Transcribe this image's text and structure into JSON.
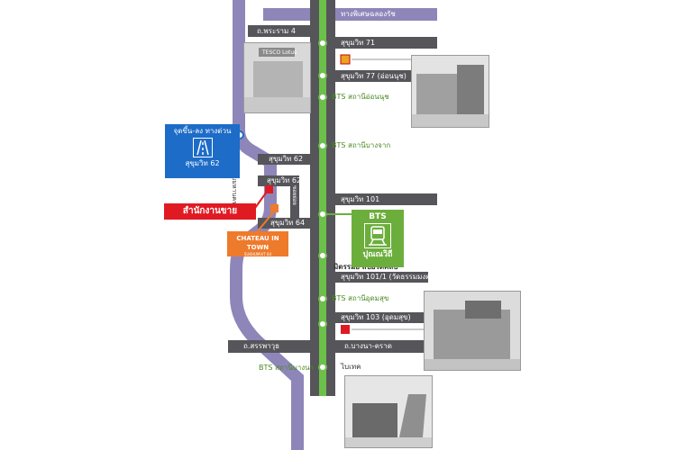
{
  "roads": {
    "top_road": "ทางพิเศษฉลองรัช",
    "rama4": "ถ.พระราม 4",
    "sukhumvit71": "สุขุมวิท 71",
    "sukhumvit77": "สุขุมวิท 77 (อ่อนนุช)",
    "sukhumvit62": "สุขุมวิท 62",
    "sukhumvit62_1": "สุขุมวิท 62/1",
    "sukhumvit64": "สุขุมวิท 64",
    "sukhumvit101": "สุขุมวิท 101",
    "sukhumvit101_1": "สุขุมวิท 101/1 (วัดธรรมมงคล)",
    "sukhumvit103": "สุขุมวิท 103 (อุดมสุข)",
    "sanphawut": "ถ.สรรพาวุธ",
    "bangna_trat": "ถ.บางนา-ตราด",
    "expressway_vertical": "ทางด่วนเฉลิมมหานคร",
    "small_side_road": "ซอยย่อย"
  },
  "bts": {
    "onnut": "BTS สถานีอ่อนนุช",
    "bangchak": "BTS สถานีบางจาก",
    "udomsuk": "BTS สถานีอุดมสุข",
    "bangna": "BTS สถานีบางนา"
  },
  "places": {
    "mizrom": "มิตรรมย์ สปอร์ตคลับ",
    "biotec": "ไบเทค"
  },
  "expressway_sign": {
    "top": "จุดขึ้น-ลง ทางด่วน",
    "bottom": "สุขุมวิท 62"
  },
  "office_label": "สำนักงานขาย",
  "chateau": {
    "name": "CHATEAU IN TOWN",
    "sub": "SUKHUMVIT 64"
  },
  "bts_sign": {
    "top": "BTS",
    "bottom": "ปุณณวิถี"
  },
  "photos": {
    "tesco_sign": "TESCO Lotus"
  },
  "colors": {
    "road": "#55555a",
    "expressway": "#8e86b9",
    "bts_line": "#6cc04a",
    "office": "#e01a23",
    "chateau": "#ee7a2b",
    "sign_blue": "#1d6cc8",
    "bts_green": "#6cae3c"
  }
}
